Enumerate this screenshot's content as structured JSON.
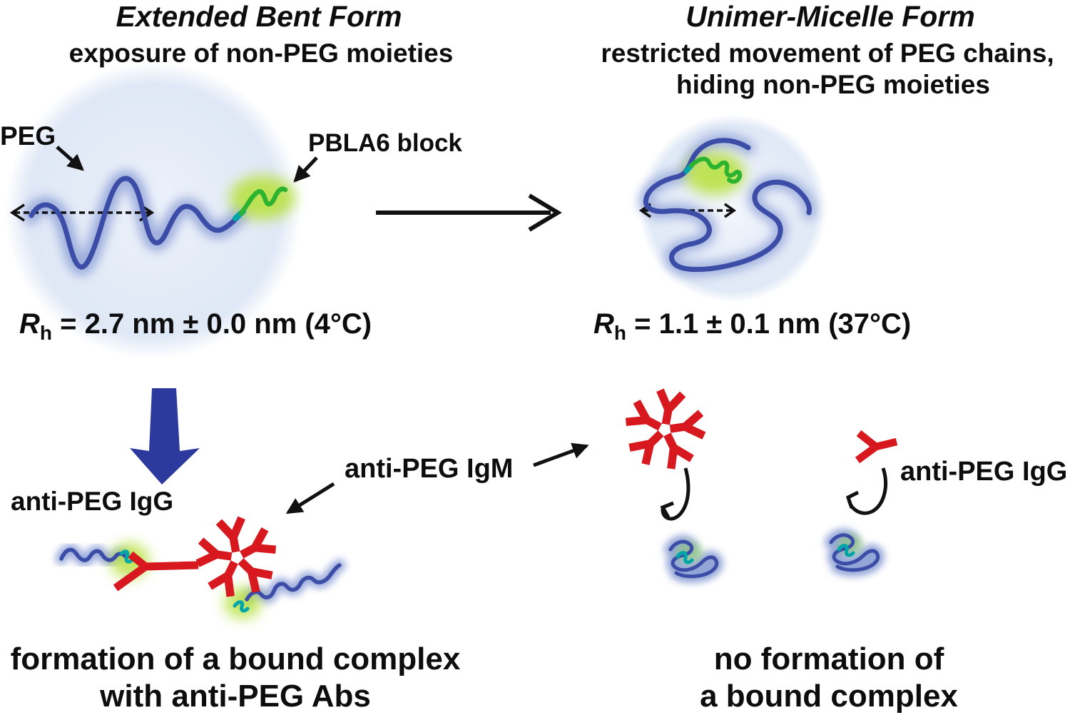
{
  "figure": {
    "left": {
      "title": "Extended Bent Form",
      "subtitle": "exposure of non-PEG moieties",
      "peg_label": "PEG",
      "pbla_label": "PBLA6 block",
      "rh_symbol": "R",
      "rh_subscript": "h",
      "rh_value": " = 2.7 nm ± 0.0 nm (4°C)",
      "igg_label": "anti-PEG IgG",
      "caption_line1": "formation of a bound complex",
      "caption_line2": "with anti-PEG Abs"
    },
    "right": {
      "title": "Unimer-Micelle Form",
      "subtitle_line1": "restricted movement of PEG chains,",
      "subtitle_line2": "hiding non-PEG moieties",
      "rh_symbol": "R",
      "rh_subscript": "h",
      "rh_value": " = 1.1 ± 0.1 nm (37°C)",
      "igg_label": "anti-PEG IgG",
      "caption_line1": "no formation of",
      "caption_line2": "a bound complex"
    },
    "center": {
      "igm_label": "anti-PEG IgM"
    },
    "icons": {
      "igg_antibody": "red Y-shape",
      "igm_antibody": "red pentameric star of Y-shapes",
      "polymer_chain": "blue wavy strand with glow",
      "pbla_block": "green squiggle segment",
      "radius_arrow": "black dashed double-headed arrow",
      "transition_arrow": "black right arrow",
      "down_arrow": "solid blue down arrow",
      "rebound_arrow": "curved hook arrow"
    },
    "colors": {
      "polymer_blue": "#3b4da6",
      "polymer_glow": "#92a3d8",
      "pbla_green": "#2db32f",
      "pbla_glow": "#b9e244",
      "linker_teal": "#00a5a8",
      "antibody_red": "#d7191f",
      "arrow_blue": "#2c3a9e",
      "micelle_fill": "#e3ebf7",
      "text_black": "#0d0d0d"
    }
  }
}
